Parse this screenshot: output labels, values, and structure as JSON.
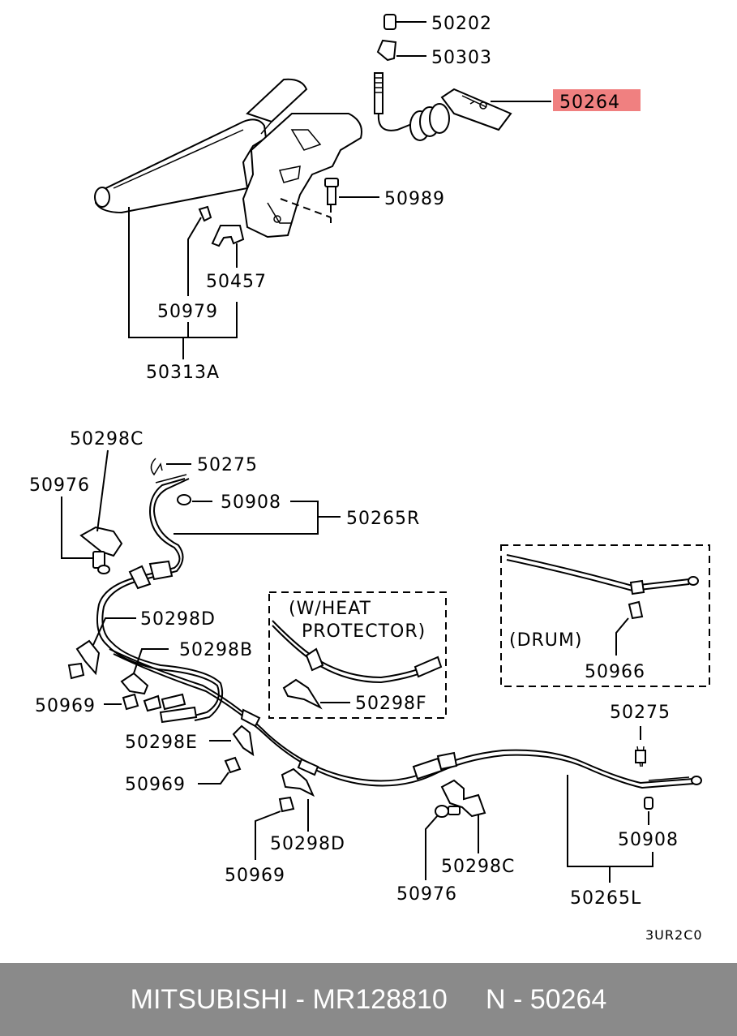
{
  "labels": {
    "l50202": "50202",
    "l50303": "50303",
    "l50264": "50264",
    "l50989": "50989",
    "l50457": "50457",
    "l50979": "50979",
    "l50313A": "50313A",
    "l50298C_top": "50298C",
    "l50275_top": "50275",
    "l50976_top": "50976",
    "l50908_top": "50908",
    "l50265R": "50265R",
    "l50298D_top": "50298D",
    "l50298B": "50298B",
    "l50969_a": "50969",
    "l50298E": "50298E",
    "l50969_b": "50969",
    "l50298D_bottom": "50298D",
    "l50969_c": "50969",
    "l50976_bottom": "50976",
    "l50298C_bottom": "50298C",
    "l50265L": "50265L",
    "l50908_bottom": "50908",
    "l50275_bottom": "50275",
    "l50298F": "50298F",
    "l50966": "50966",
    "heat_line1": "(W/HEAT",
    "heat_line2": "PROTECTOR)",
    "drum": "(DRUM)",
    "diagram_code": "3UR2C0"
  },
  "highlight_color": "#f08080",
  "footer_color": "#8a8a8a",
  "footer": {
    "text": "MITSUBISHI - MR128810     N - 50264"
  }
}
